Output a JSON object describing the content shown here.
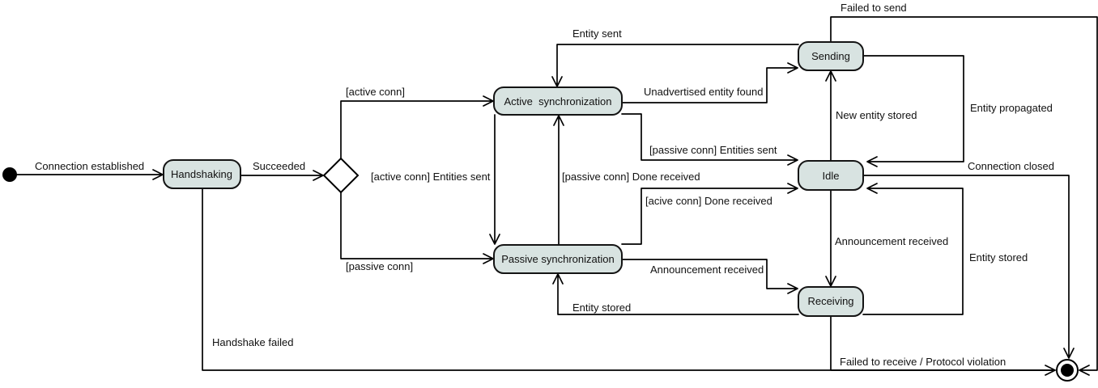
{
  "diagram": {
    "type": "uml-state-machine",
    "colors": {
      "background": "#ffffff",
      "state_fill": "#d8e3e1",
      "state_border": "#141414",
      "line": "#000000",
      "text": "#111111"
    },
    "states": {
      "handshaking": "Handshaking",
      "active_sync": "Active  synchronization",
      "passive_sync": "Passive synchronization",
      "sending": "Sending",
      "idle": "Idle",
      "receiving": "Receiving"
    },
    "labels": {
      "connection_established": "Connection established",
      "succeeded": "Succeeded",
      "active_conn": "[active conn]",
      "passive_conn": "[passive conn]",
      "active_conn_entities_sent": "[active conn] Entities sent",
      "passive_conn_done_received": "[passive conn] Done received",
      "passive_conn_entities_sent": "[passive conn] Entities sent",
      "acive_conn_done_received": "[acive conn] Done received",
      "entity_sent": "Entity sent",
      "unadvertised_entity_found": "Unadvertised entity found",
      "failed_to_send": "Failed to send",
      "new_entity_stored": "New entity stored",
      "entity_propagated": "Entity propagated",
      "connection_closed": "Connection closed",
      "announcement_received_to_receiving_from_idle": "Announcement received",
      "entity_stored_to_idle": "Entity stored",
      "announcement_received_to_receiving_from_passive": "Announcement received",
      "entity_stored_to_passive": "Entity stored",
      "handshake_failed": "Handshake failed",
      "failed_to_receive": "Failed to receive / Protocol violation"
    }
  }
}
